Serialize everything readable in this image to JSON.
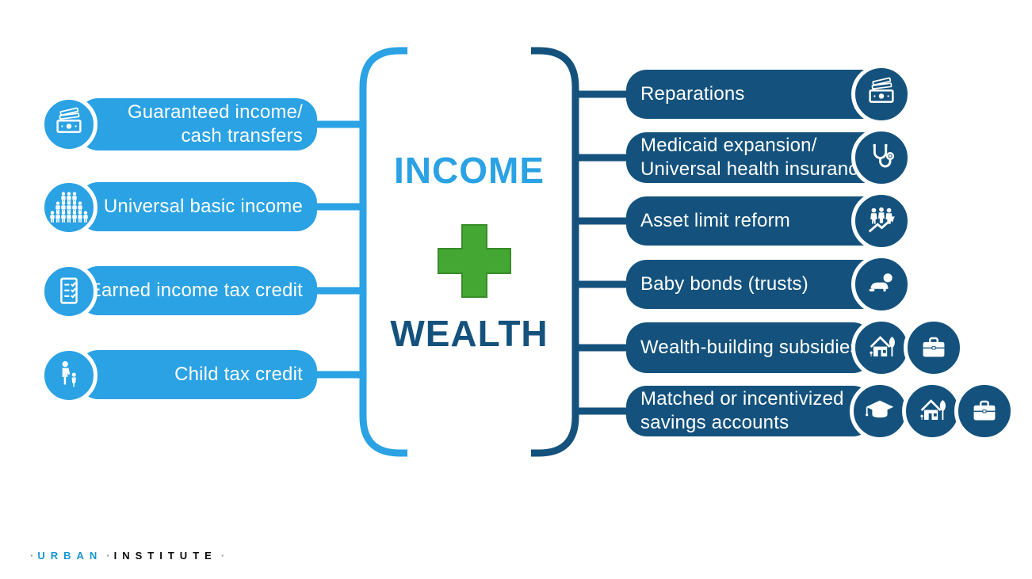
{
  "brand": {
    "word1": "URBAN",
    "word2": "INSTITUTE",
    "sep": "·"
  },
  "center": {
    "income_label": "INCOME",
    "plus_symbol": "+",
    "wealth_label": "WEALTH"
  },
  "income_items": [
    {
      "label": "Guaranteed income/\ncash transfers",
      "icon": "cash-icon"
    },
    {
      "label": "Universal basic income",
      "icon": "people-group-icon"
    },
    {
      "label": "Earned income tax credit",
      "icon": "checklist-icon"
    },
    {
      "label": "Child tax credit",
      "icon": "parent-child-icon"
    }
  ],
  "wealth_items": [
    {
      "label": "Reparations",
      "icons": [
        "cash-icon"
      ]
    },
    {
      "label": "Medicaid expansion/\nUniversal health insurance",
      "icons": [
        "stethoscope-icon"
      ]
    },
    {
      "label": "Asset limit reform",
      "icons": [
        "people-growth-icon"
      ]
    },
    {
      "label": "Baby bonds (trusts)",
      "icons": [
        "baby-icon"
      ]
    },
    {
      "label": "Wealth-building subsidies",
      "icons": [
        "house-icon",
        "briefcase-icon"
      ]
    },
    {
      "label": "Matched or incentivized\nsavings accounts",
      "icons": [
        "graduation-cap-icon",
        "house-icon",
        "briefcase-icon"
      ]
    }
  ],
  "colors": {
    "light_blue": "#2AA2E4",
    "dark_blue": "#14527D",
    "green": "#44A733",
    "green_border": "#378C28",
    "logo_blue": "#1696D2",
    "dot_gray": "#8C8C8C",
    "text_white": "#FFFFFF"
  }
}
